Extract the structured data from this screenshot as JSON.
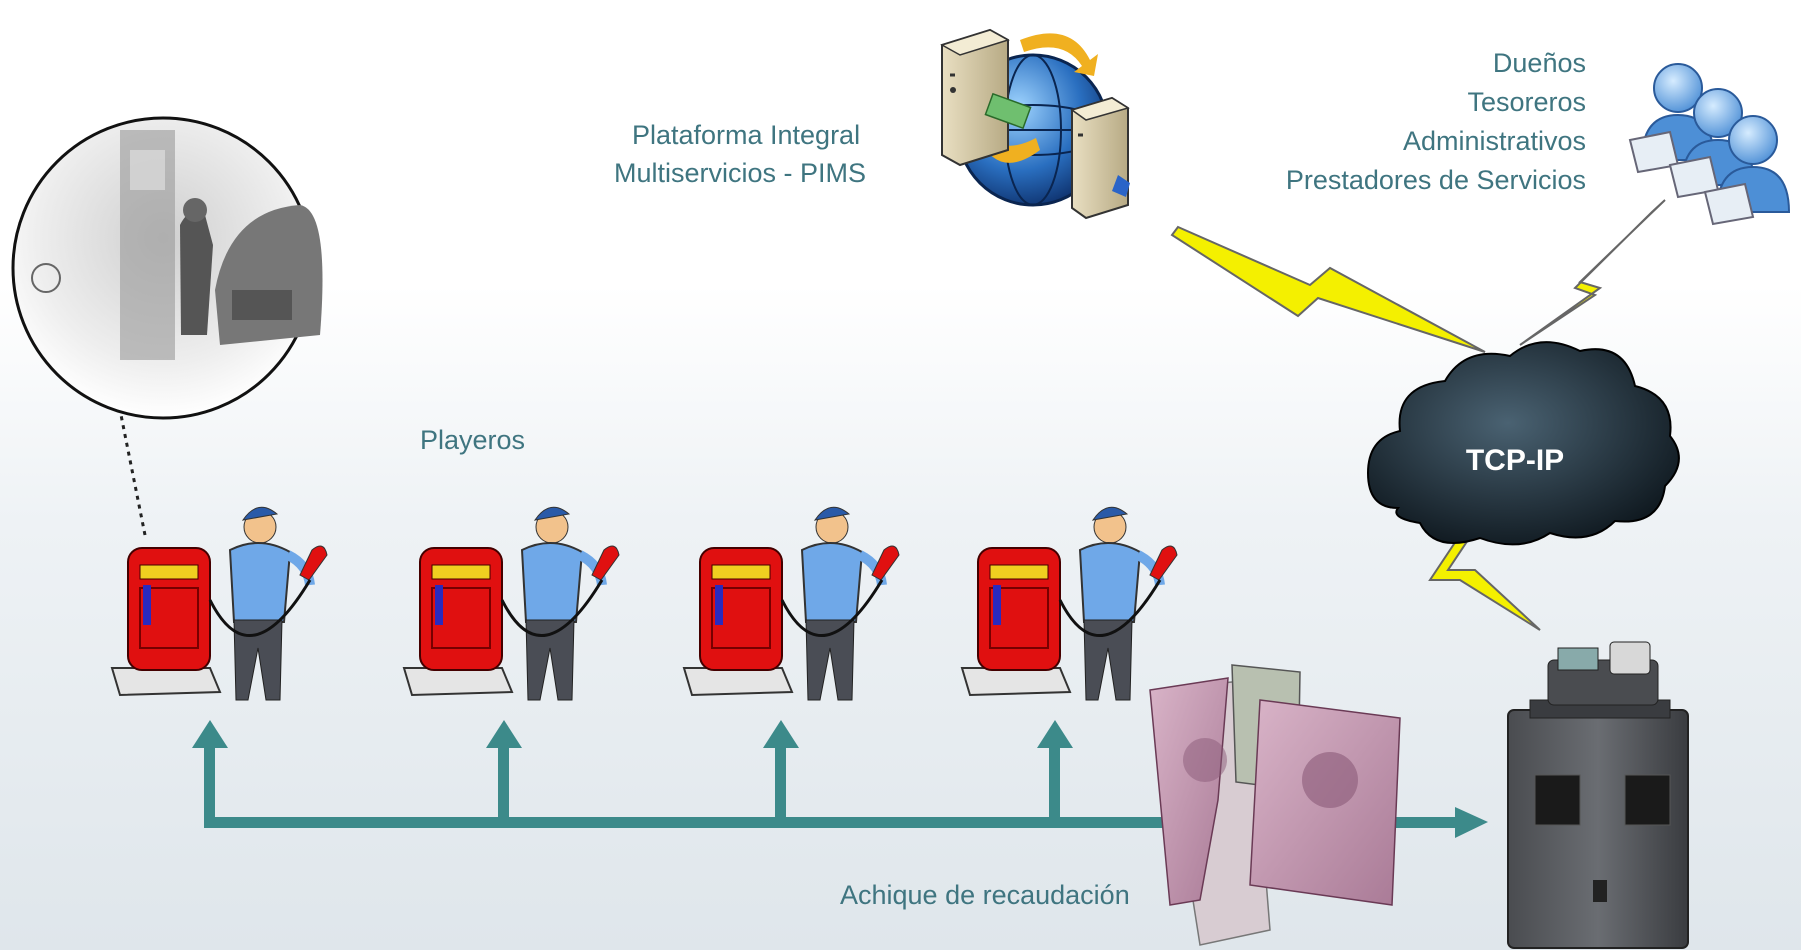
{
  "labels": {
    "platform_line1": "Plataforma Integral",
    "platform_line2": "Multiservicios - PIMS",
    "users": [
      "Dueños",
      "Tesoreros",
      "Administrativos",
      "Prestadores de Servicios"
    ],
    "playeros": "Playeros",
    "achique": "Achique de recaudación",
    "network": "TCP-IP"
  },
  "attendant_count": 4,
  "colors": {
    "label": "#3f7580",
    "arrow": "#3c8a8a",
    "pump": "#e01010",
    "lightning": "#f4f000",
    "cloud": "#1a2630"
  },
  "icons": [
    "server-globe-icon",
    "users-group-icon",
    "cloud-icon",
    "lightning-icon",
    "fuel-pump-icon",
    "attendant-icon",
    "banknotes-icon",
    "safe-icon",
    "photo-circle-icon"
  ]
}
